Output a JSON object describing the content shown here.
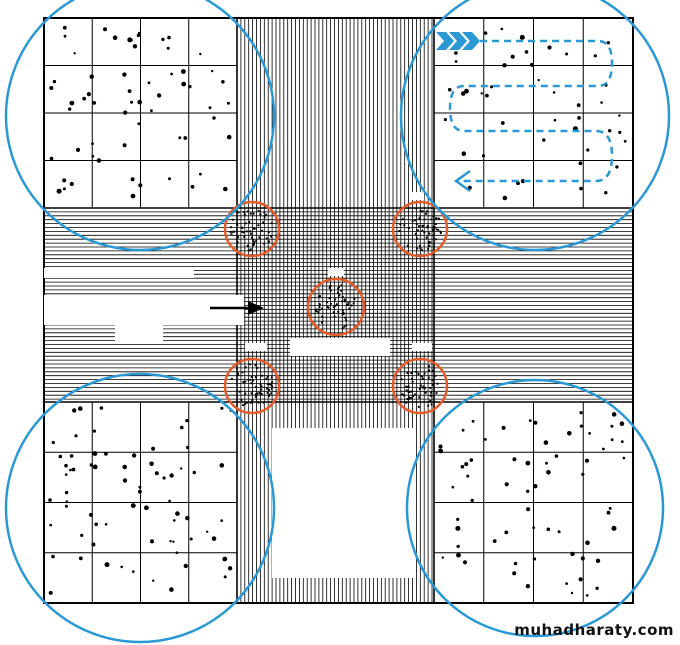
{
  "diagram": {
    "description_free": true,
    "colors": {
      "grid": "#000000",
      "large_circle": "#2b98d6",
      "small_circle": "#e35b2a",
      "path_arrow": "#2b98d6",
      "background": "#ffffff"
    },
    "large_circles_count": 4,
    "small_circles_count": 5,
    "icons": [
      "chevron-arrows-icon",
      "direction-arrow-icon"
    ]
  },
  "watermark": {
    "text": "muhadharaty.com"
  }
}
